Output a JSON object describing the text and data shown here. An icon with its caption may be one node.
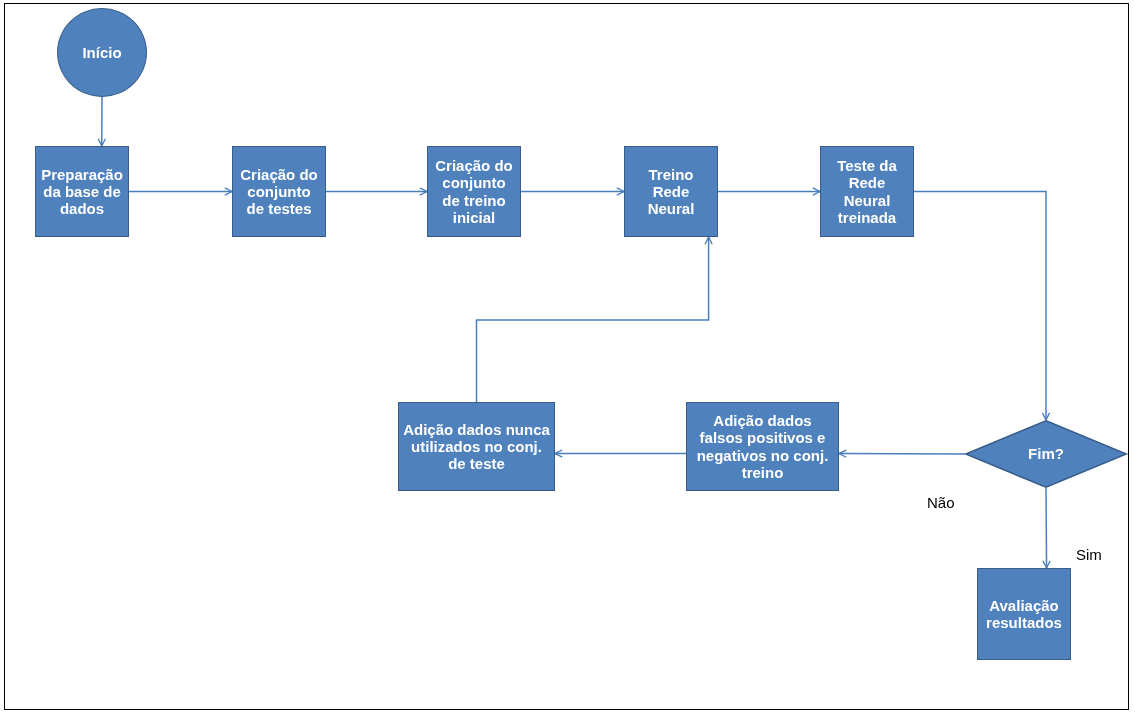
{
  "diagram": {
    "nodes": [
      {
        "text": [
          "Início"
        ]
      },
      {
        "text": [
          "Preparação da base de dados"
        ]
      },
      {
        "text": [
          "Criação do conjunto de testes"
        ]
      },
      {
        "text": [
          "Criação do conjunto de treino inicial"
        ]
      },
      {
        "text": [
          "Treino Rede Neural"
        ]
      },
      {
        "text": [
          "Teste da Rede Neural treinada"
        ]
      },
      {
        "text": [
          "Fim?"
        ]
      },
      {
        "text": [
          "Adição dados falsos positivos e negativos no conj. treino"
        ]
      },
      {
        "text": [
          "Adição dados nunca utilizados no conj. de teste"
        ]
      },
      {
        "text": [
          "Avaliação resultados"
        ]
      }
    ],
    "edges": [
      {
        "from": 0,
        "to": 1,
        "arrow": "to"
      },
      {
        "from": 1,
        "to": 2,
        "arrow": "to"
      },
      {
        "from": 2,
        "to": 3,
        "arrow": "to"
      },
      {
        "from": 3,
        "to": 4,
        "arrow": "to"
      },
      {
        "from": 4,
        "to": 5,
        "arrow": "to"
      },
      {
        "from": 5,
        "to": 6,
        "arrow": "to"
      },
      {
        "from": 6,
        "to": 7,
        "arrow": "to",
        "label": "Não"
      },
      {
        "from": 6,
        "to": 9,
        "arrow": "to",
        "label": "Sim"
      },
      {
        "from": 7,
        "to": 8,
        "arrow": "to"
      },
      {
        "from": 8,
        "to": 4,
        "arrow": "to"
      }
    ]
  }
}
